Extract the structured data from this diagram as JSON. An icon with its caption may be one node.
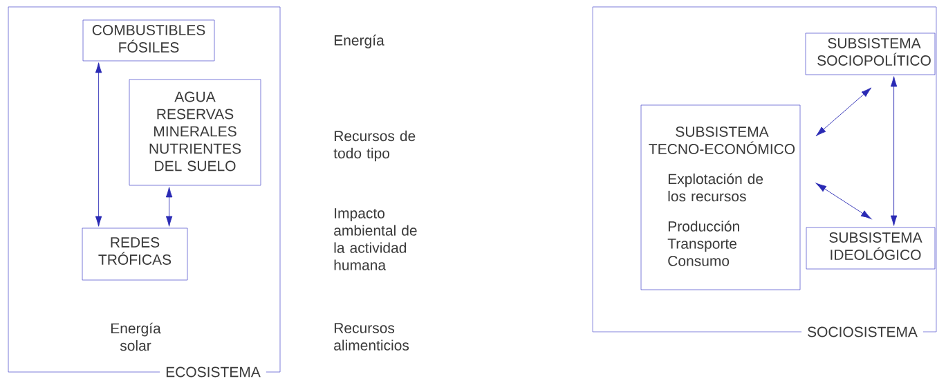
{
  "diagram": {
    "nodes": [
      {
        "text": [
          "ECOSISTEMA"
        ]
      },
      {
        "text": [
          "COMBUSTIBLES FÓSILES"
        ],
        "in": 0
      },
      {
        "text": [
          "AGUA RESERVAS MINERALES NUTRIENTES DEL SUELO"
        ],
        "in": 0
      },
      {
        "text": [
          "REDES TRÓFICAS"
        ],
        "in": 0
      },
      {
        "text": [
          "SOCIOSISTEMA"
        ]
      },
      {
        "text": [
          "SUBSISTEMA SOCIOPOLÍTICO"
        ],
        "in": 4
      },
      {
        "text": [
          "SUBSISTEMA TECNO-ECONÓMICO",
          "Explotación de los recursos",
          "Producción Transporte Consumo"
        ],
        "in": 4
      },
      {
        "text": [
          "SUBSISTEMA IDEOLÓGICO"
        ],
        "in": 4
      }
    ],
    "edges": [
      {
        "from": 1,
        "to": 3,
        "arrow": "both"
      },
      {
        "from": 2,
        "to": 3,
        "arrow": "both"
      },
      {
        "from": 6,
        "to": 5,
        "arrow": "both"
      },
      {
        "from": 6,
        "to": 7,
        "arrow": "both"
      },
      {
        "from": 5,
        "to": 7,
        "arrow": "both"
      }
    ],
    "labels": [
      "Energía",
      "Recursos de todo tipo",
      "Impacto ambiental de la actividad humana",
      "Energía solar",
      "Recursos alimenticios"
    ]
  }
}
